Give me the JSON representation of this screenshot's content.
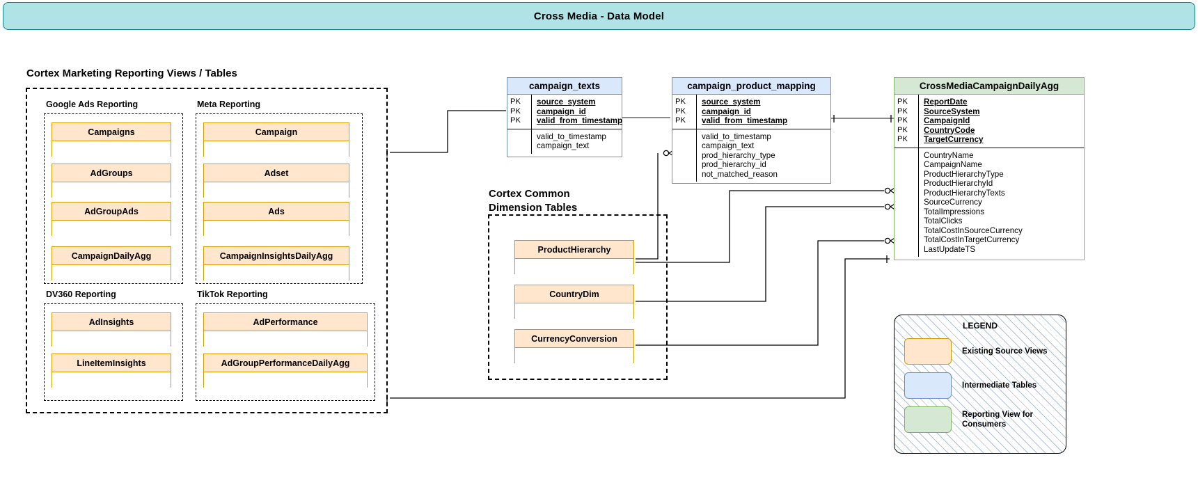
{
  "header": {
    "title": "Cross Media - Data Model"
  },
  "sections": {
    "reporting_title": "Cortex Marketing Reporting Views / Tables",
    "dimension_title_line1": "Cortex Common",
    "dimension_title_line2": "Dimension Tables"
  },
  "groups": [
    {
      "name": "Google Ads Reporting",
      "entities": [
        "Campaigns",
        "AdGroups",
        "AdGroupAds",
        "CampaignDailyAgg"
      ]
    },
    {
      "name": "Meta Reporting",
      "entities": [
        "Campaign",
        "Adset",
        "Ads",
        "CampaignInsightsDailyAgg"
      ]
    },
    {
      "name": "DV360 Reporting",
      "entities": [
        "AdInsights",
        "LineItemInsights"
      ]
    },
    {
      "name": "TikTok Reporting",
      "entities": [
        "AdPerformance",
        "AdGroupPerformanceDailyAgg"
      ]
    }
  ],
  "dimension_entities": [
    "ProductHierarchy",
    "CountryDim",
    "CurrencyConversion"
  ],
  "er_tables": {
    "campaign_texts": {
      "title": "campaign_texts",
      "style": "blue",
      "keys": [
        "PK",
        "PK",
        "PK"
      ],
      "key_fields": [
        "source_system",
        "campaign_id",
        "valid_from_timestamp"
      ],
      "fields": [
        "valid_to_timestamp",
        "campaign_text"
      ]
    },
    "campaign_product_mapping": {
      "title": "campaign_product_mapping",
      "style": "blue",
      "keys": [
        "PK",
        "PK",
        "PK"
      ],
      "key_fields": [
        "source_system",
        "campaign_id",
        "valid_from_timestamp"
      ],
      "fields": [
        "valid_to_timestamp",
        "campaign_text",
        "prod_hierarchy_type",
        "prod_hierarchy_id",
        "not_matched_reason"
      ]
    },
    "cross_media_campaign_daily_agg": {
      "title": "CrossMediaCampaignDailyAgg",
      "style": "green",
      "keys": [
        "PK",
        "PK",
        "PK",
        "PK",
        "PK"
      ],
      "key_fields": [
        "ReportDate",
        "SourceSystem",
        "CampaignId",
        "CountryCode",
        "TargetCurrency"
      ],
      "fields": [
        "CountryName",
        "CampaignName",
        "ProductHierarchyType",
        "ProductHierarchyId",
        "ProductHierarchyTexts",
        "SourceCurrency",
        "TotalImpressions",
        "TotalClicks",
        "TotalCostInSourceCurrency",
        "TotalCostInTargetCurrency",
        "LastUpdateTS"
      ]
    }
  },
  "legend": {
    "title": "LEGEND",
    "items": [
      {
        "swatch": "orange",
        "label": "Existing Source Views"
      },
      {
        "swatch": "blue",
        "label": "Intermediate Tables"
      },
      {
        "swatch": "green",
        "label": "Reporting View for Consumers"
      }
    ]
  },
  "colors": {
    "banner_fill": "#b0e3e6",
    "banner_stroke": "#0e8088",
    "orange_fill": "#ffe6cc",
    "orange_stroke": "#d79b00",
    "blue_fill": "#dae8fc",
    "blue_stroke": "#6c8ebf",
    "green_fill": "#d5e8d4",
    "green_stroke": "#82b366"
  }
}
